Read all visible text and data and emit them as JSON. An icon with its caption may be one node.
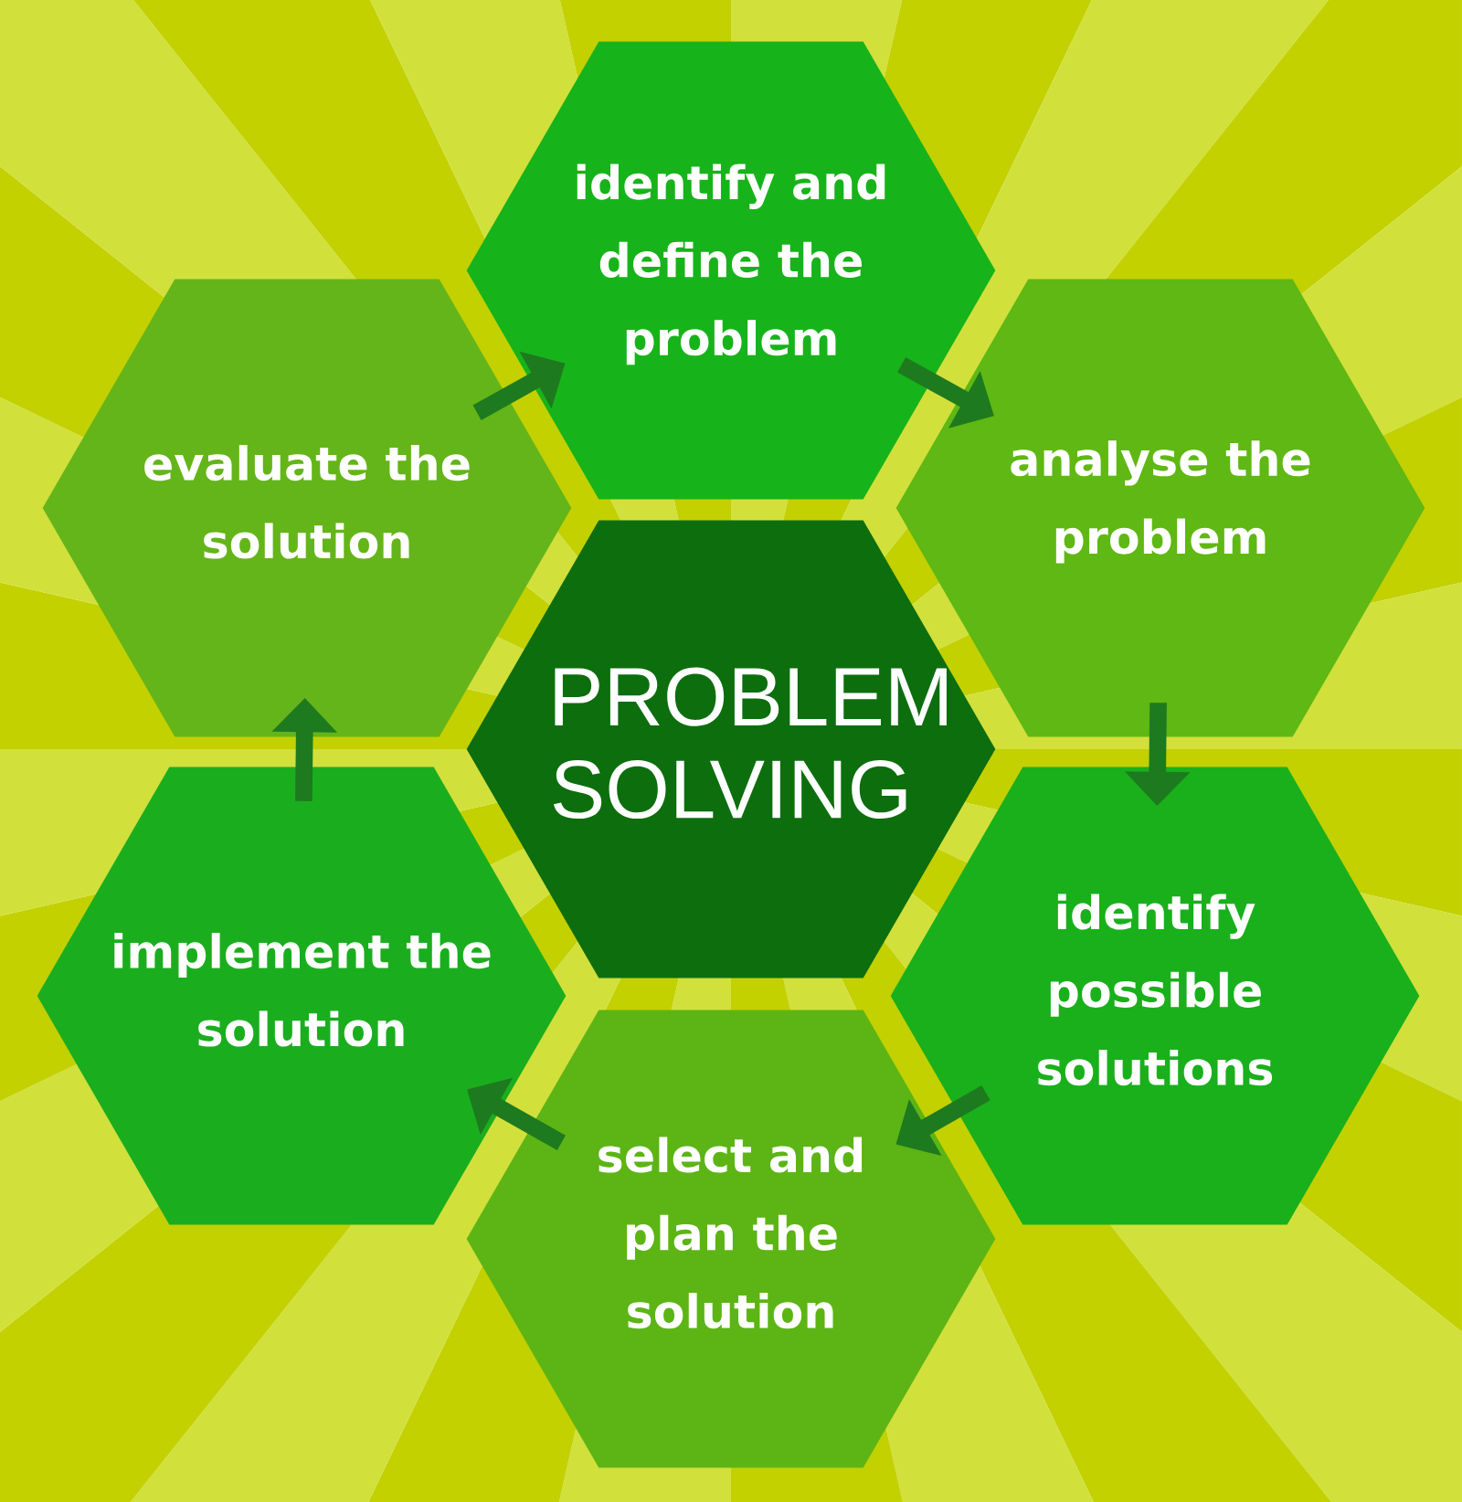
{
  "diagram": {
    "nodes": [
      {
        "text": [
          "PROBLEM SOLVING"
        ]
      },
      {
        "text": [
          "identify and define the problem"
        ]
      },
      {
        "text": [
          "analyse the problem"
        ]
      },
      {
        "text": [
          "identify possible solutions"
        ]
      },
      {
        "text": [
          "select and plan the solution"
        ]
      },
      {
        "text": [
          "implement the solution"
        ]
      },
      {
        "text": [
          "evaluate the solution"
        ]
      }
    ],
    "edges": [
      {
        "from": 1,
        "to": 2,
        "arrow": "to"
      },
      {
        "from": 2,
        "to": 3,
        "arrow": "to"
      },
      {
        "from": 3,
        "to": 4,
        "arrow": "to"
      },
      {
        "from": 4,
        "to": 5,
        "arrow": "to"
      },
      {
        "from": 5,
        "to": 6,
        "arrow": "to"
      },
      {
        "from": 6,
        "to": 1,
        "arrow": "to"
      }
    ]
  }
}
